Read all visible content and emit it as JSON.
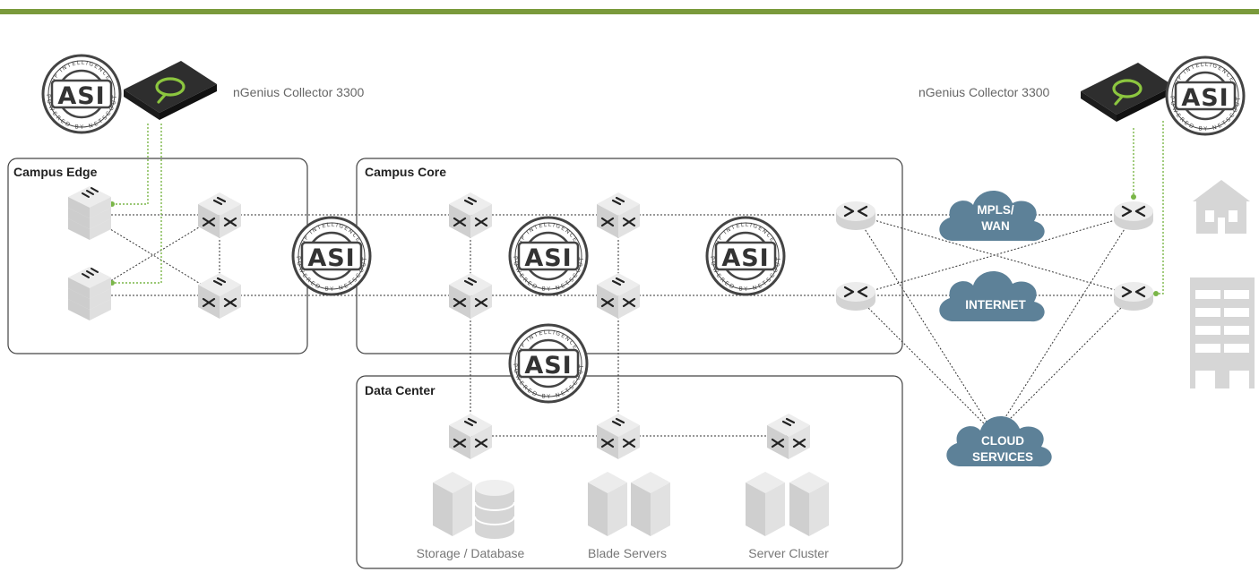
{
  "colors": {
    "top_bar": "#7a9a3c",
    "accent_green": "#7ab648",
    "cloud": "#5d8198",
    "device_gray": "#dcdcdc",
    "border": "#444444"
  },
  "zones": {
    "campus_edge": "Campus Edge",
    "campus_core": "Campus Core",
    "data_center": "Data Center"
  },
  "collectors": {
    "left": "nGenius Collector 3300",
    "right": "nGenius Collector 3300"
  },
  "clouds": {
    "mpls": [
      "MPLS/",
      "WAN"
    ],
    "internet": [
      "INTERNET"
    ],
    "cloud_services": [
      "CLOUD",
      "SERVICES"
    ]
  },
  "asi_badge": {
    "logo": "ASI",
    "ring_top": "IP INTELLIGENCE",
    "ring_bottom": "POWERED BY NETSCOUT"
  },
  "servers": {
    "storage": "Storage / Database",
    "blade": "Blade Servers",
    "cluster": "Server Cluster"
  }
}
